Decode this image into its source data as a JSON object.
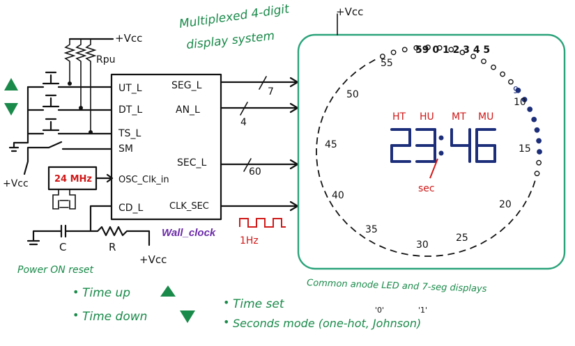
{
  "title": {
    "line1": "Multiplexed 4-digit",
    "line2": "display system"
  },
  "supply": {
    "vcc_top": "+Vcc",
    "rpu": "Rpu",
    "vcc_left": "+Vcc",
    "vcc_bottom": "+Vcc",
    "vcc_display": "+Vcc"
  },
  "block": {
    "name": "Wall_clock",
    "inputs": [
      "UT_L",
      "DT_L",
      "TS_L",
      "SM",
      "OSC_Clk_in",
      "CD_L"
    ],
    "outputs": [
      "SEG_L",
      "AN_L",
      "SEC_L",
      "CLK_SEC"
    ],
    "bus_widths": {
      "seg": "7",
      "an": "4",
      "sec": "60"
    }
  },
  "oscillator": {
    "label": "24 MHz"
  },
  "clock_sec": {
    "label": "1Hz"
  },
  "reset": {
    "c": "C",
    "r": "R",
    "caption": "Power ON reset"
  },
  "display": {
    "digits": [
      "2",
      "3",
      "4",
      "6"
    ],
    "digit_labels": [
      "HT",
      "HU",
      "MT",
      "MU"
    ],
    "sec_label": "sec",
    "top_numbers": "59 0 1 2 3 4 5",
    "ring_labels": [
      "55",
      "50",
      "45",
      "40",
      "35",
      "30",
      "25",
      "20",
      "15",
      "10"
    ],
    "highlighted_second": "9",
    "caption": "Common anode LED and 7-seg displays"
  },
  "legend": {
    "time_up": "Time up",
    "time_down": "Time down",
    "time_set": "Time set",
    "seconds_mode": "Seconds mode (one-hot, Johnson)",
    "bit0": "'0'",
    "bit1": "'1'"
  },
  "colors": {
    "green": "#1a8a4a",
    "ink": "#111111",
    "red": "#d01818",
    "panel": "#2aa37a",
    "blue_led": "#1c2e7a"
  }
}
